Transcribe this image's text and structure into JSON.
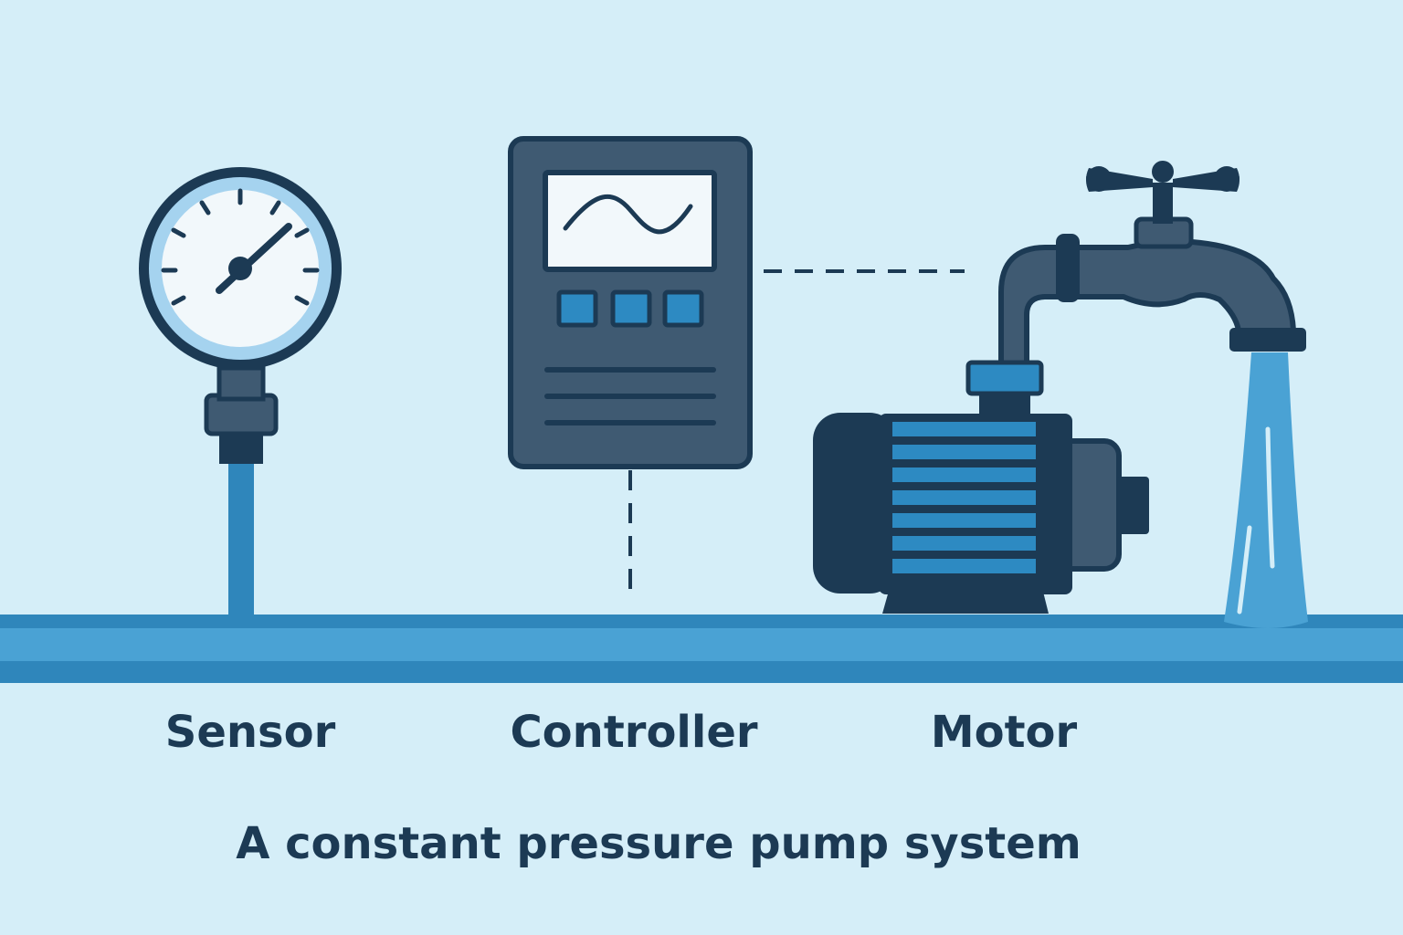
{
  "labels": {
    "sensor": "Sensor",
    "controller": "Controller",
    "motor": "Motor"
  },
  "caption": "A constant pressure pump system",
  "icons": {
    "sensor": "pressure-gauge-icon",
    "controller": "controller-panel-icon",
    "motor": "pump-motor-icon",
    "faucet": "faucet-icon",
    "water": "water-stream-icon"
  },
  "colors": {
    "background": "#d5eef8",
    "dark_navy": "#1c3a54",
    "slate": "#3f5a72",
    "water_blue": "#4aa2d4",
    "pipe_blue": "#2f86bb",
    "accent_blue": "#2d8ac2"
  }
}
